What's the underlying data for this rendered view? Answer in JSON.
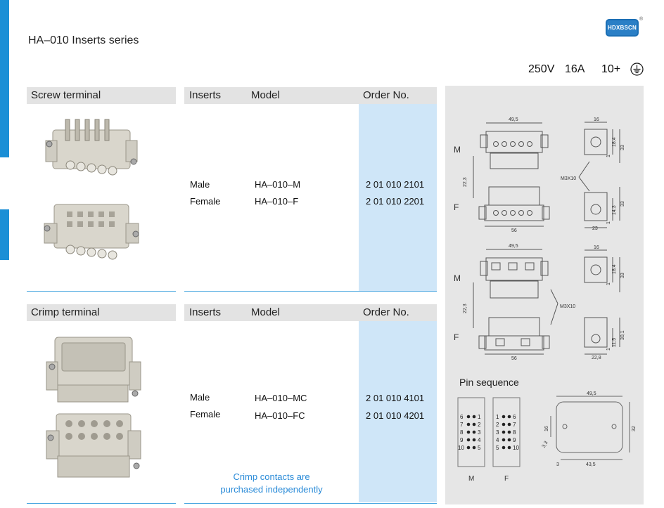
{
  "brand": {
    "logo_text": "HDXBSCN",
    "registered": "®"
  },
  "page": {
    "title": "HA–010 Inserts series"
  },
  "specs": {
    "voltage": "250V",
    "current": "16A",
    "pins": "10+"
  },
  "screw": {
    "section_title": "Screw terminal",
    "headers": {
      "inserts": "Inserts",
      "model": "Model",
      "order": "Order No."
    },
    "rows": [
      {
        "insert": "Male",
        "model": "HA–010–M",
        "order": "2 01 010 2101"
      },
      {
        "insert": "Female",
        "model": "HA–010–F",
        "order": "2 01 010 2201"
      }
    ]
  },
  "crimp": {
    "section_title": "Crimp terminal",
    "headers": {
      "inserts": "Inserts",
      "model": "Model",
      "order": "Order No."
    },
    "rows": [
      {
        "insert": "Male",
        "model": "HA–010–MC",
        "order": "2 01 010 4101"
      },
      {
        "insert": "Female",
        "model": "HA–010–FC",
        "order": "2 01 010 4201"
      }
    ],
    "note_line1": "Crimp contacts are",
    "note_line2": "purchased independently"
  },
  "drawings": {
    "screw": {
      "label_m": "M",
      "label_f": "F",
      "dim_width": "49,5",
      "dim_height": "22,3",
      "dim_female_width": "56",
      "dim_side_width": "16",
      "dim_side_h1": "18,4",
      "dim_side_h2": "33",
      "dim_side_small": "1",
      "dim_thread": "M3X10",
      "dim_f_h1": "14,3",
      "dim_f_h2": "33",
      "dim_f_small": "1",
      "dim_f_width": "23"
    },
    "crimp": {
      "label_m": "M",
      "label_f": "F",
      "dim_width": "49,5",
      "dim_height": "22,3",
      "dim_female_width": "56",
      "dim_side_width": "16",
      "dim_side_h1": "18,4",
      "dim_side_h2": "33",
      "dim_side_small": "1",
      "dim_thread": "M3X10",
      "dim_f_h1": "11,5",
      "dim_f_h2": "30,1",
      "dim_f_small": "1",
      "dim_f_width": "22,8"
    },
    "pins": {
      "title": "Pin sequence",
      "male_label": "M",
      "female_label": "F",
      "male_left": [
        "6",
        "7",
        "8",
        "9",
        "10"
      ],
      "male_right": [
        "1",
        "2",
        "3",
        "4",
        "5"
      ],
      "female_left": [
        "1",
        "2",
        "3",
        "4",
        "5"
      ],
      "female_right": [
        "6",
        "7",
        "8",
        "9",
        "10"
      ],
      "cutout_width": "49,5",
      "cutout_height": "32",
      "cutout_offset": "16",
      "cutout_hole": "3,3",
      "cutout_bottom": "43,5",
      "cutout_edge": "3"
    }
  }
}
